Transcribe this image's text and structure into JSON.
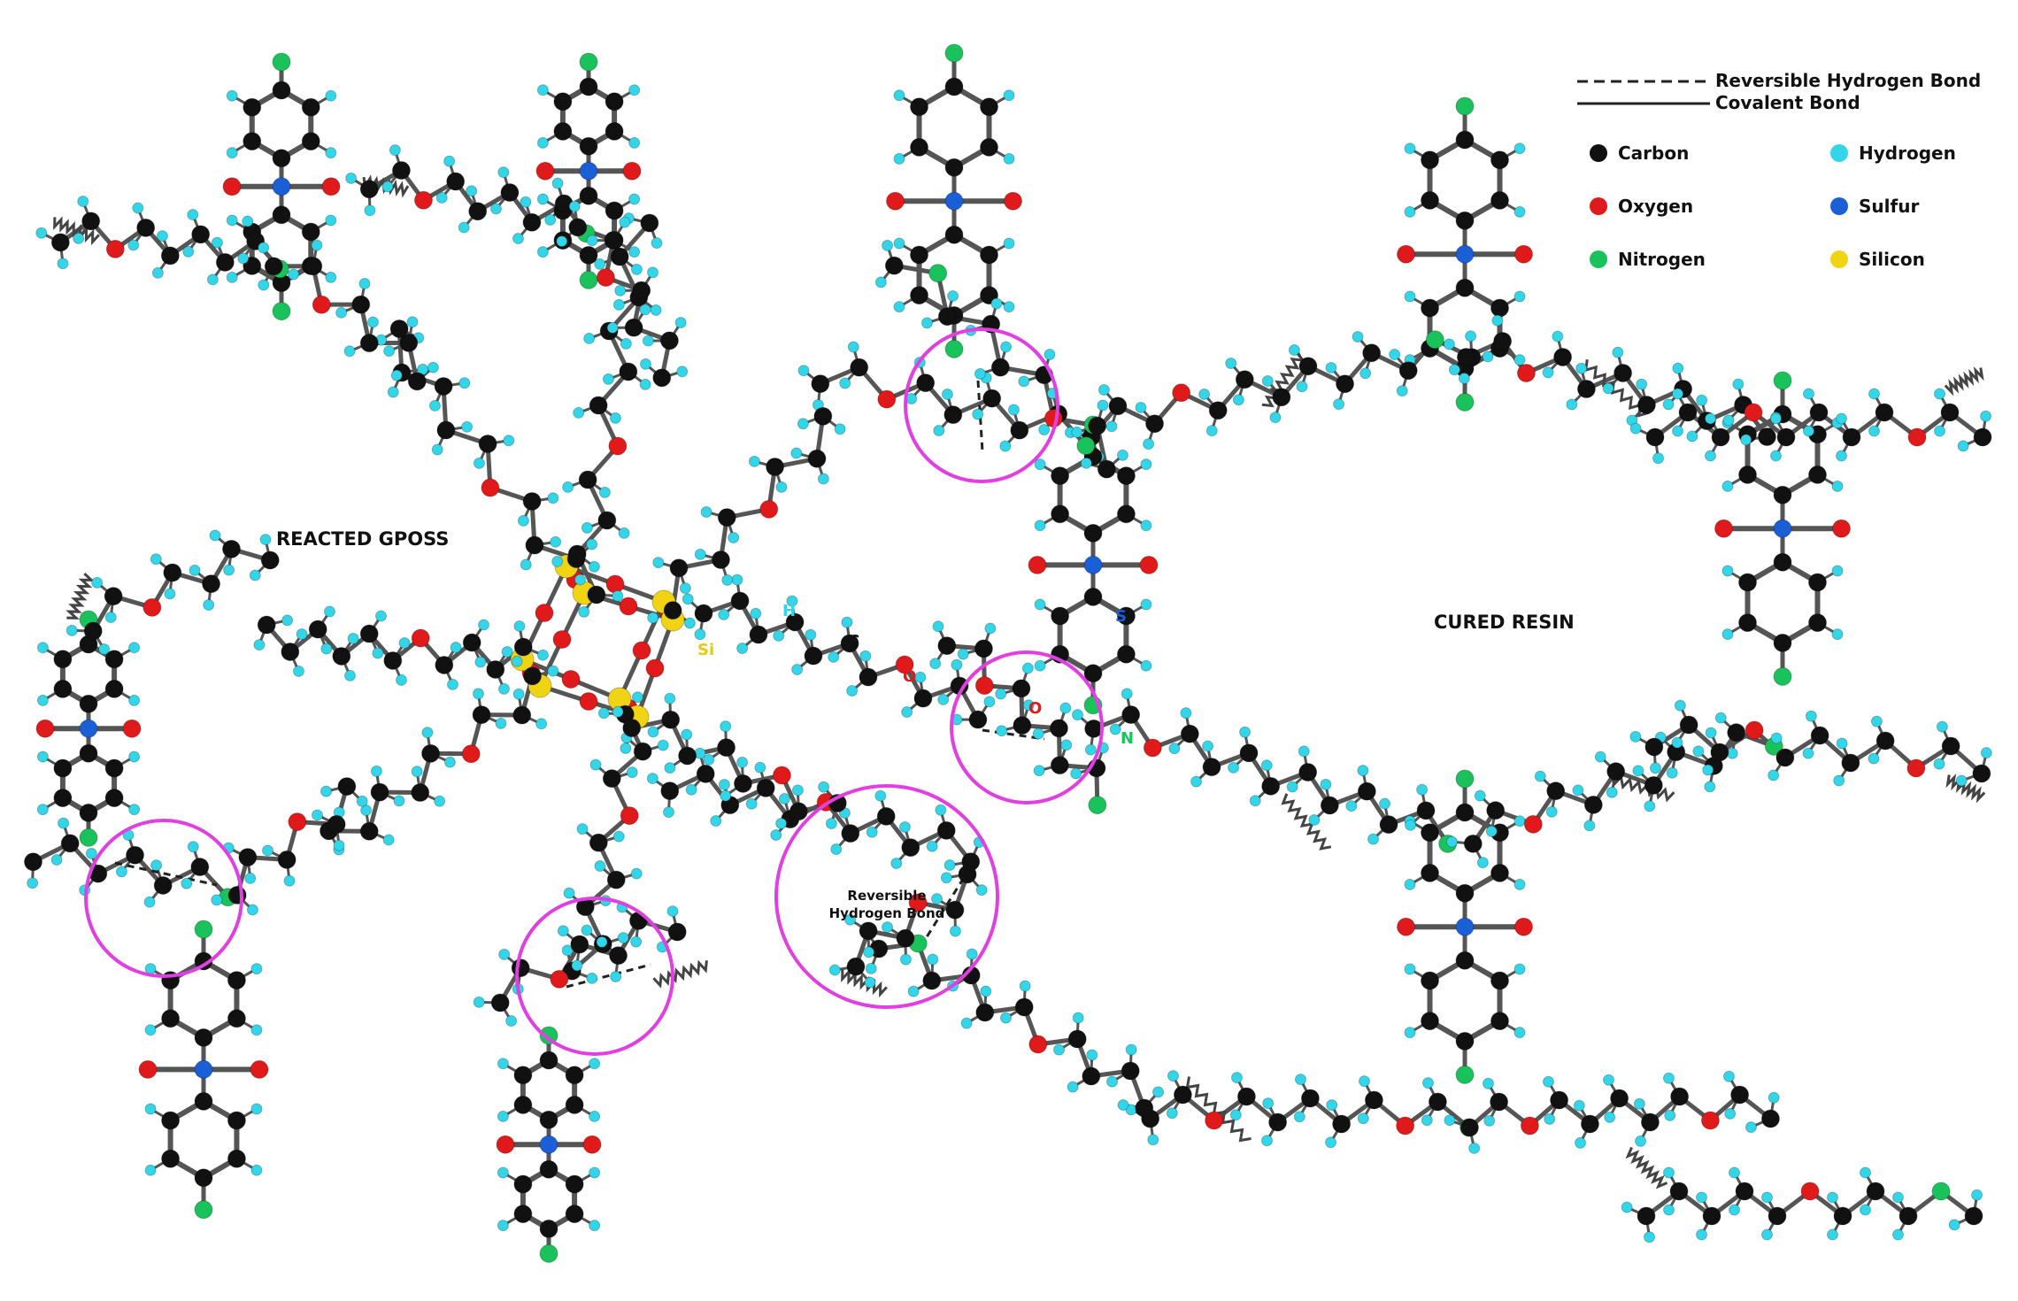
{
  "labels": {
    "reacted_gposs": "REACTED GPOSS",
    "cured_resin": "CURED RESIN",
    "reversible_hbond": [
      "Reversible",
      "Hydrogen Bond"
    ],
    "atom_H": "H",
    "atom_C": "C",
    "atom_O": "O",
    "atom_Si": "Si",
    "atom_S": "S",
    "atom_N": "N",
    "atom_O2": "O"
  },
  "legend": {
    "bonds": [
      {
        "label": "Reversible Hydrogen Bond",
        "style": "dashed"
      },
      {
        "label": "Covalent Bond",
        "style": "solid"
      }
    ],
    "atoms": [
      {
        "label": "Carbon",
        "color": "#111111"
      },
      {
        "label": "Hydrogen",
        "color": "#33d6e8"
      },
      {
        "label": "Oxygen",
        "color": "#e01a1a"
      },
      {
        "label": "Sulfur",
        "color": "#1a5fd6"
      },
      {
        "label": "Nitrogen",
        "color": "#19c25a"
      },
      {
        "label": "Silicon",
        "color": "#f0d414"
      }
    ]
  },
  "colors": {
    "carbon": "#111111",
    "hydrogen": "#33d6e8",
    "oxygen": "#e01a1a",
    "sulfur": "#1a5fd6",
    "nitrogen": "#19c25a",
    "silicon": "#f0d414",
    "highlight": "#e040e0",
    "bond": "#555555"
  }
}
